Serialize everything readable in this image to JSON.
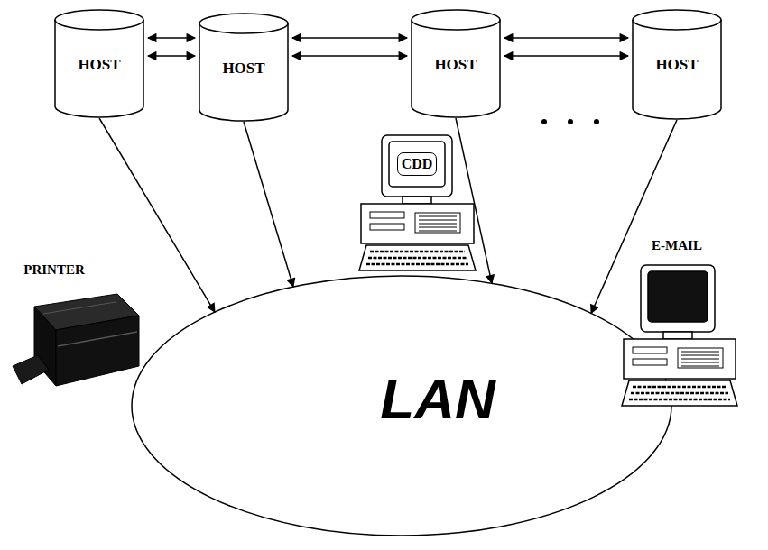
{
  "diagram": {
    "nodes": [
      {
        "text": [
          "HOST"
        ]
      },
      {
        "text": [
          "HOST"
        ]
      },
      {
        "text": [
          "HOST"
        ]
      },
      {
        "text": [
          "HOST"
        ]
      },
      {
        "text": [
          "CDD"
        ]
      },
      {
        "text": [
          "E-MAIL"
        ]
      },
      {
        "text": [
          "PRINTER"
        ]
      },
      {
        "text": [
          "LAN"
        ]
      }
    ],
    "edges": [
      {
        "from": 0,
        "to": 1,
        "arrow": "both"
      },
      {
        "from": 0,
        "to": 1,
        "arrow": "both"
      },
      {
        "from": 1,
        "to": 2,
        "arrow": "both"
      },
      {
        "from": 1,
        "to": 2,
        "arrow": "both"
      },
      {
        "from": 2,
        "to": 3,
        "arrow": "both"
      },
      {
        "from": 2,
        "to": 3,
        "arrow": "both"
      },
      {
        "from": 0,
        "to": 7,
        "arrow": "to"
      },
      {
        "from": 1,
        "to": 7,
        "arrow": "to"
      },
      {
        "from": 2,
        "to": 7,
        "arrow": "to"
      },
      {
        "from": 3,
        "to": 7,
        "arrow": "to"
      }
    ]
  }
}
